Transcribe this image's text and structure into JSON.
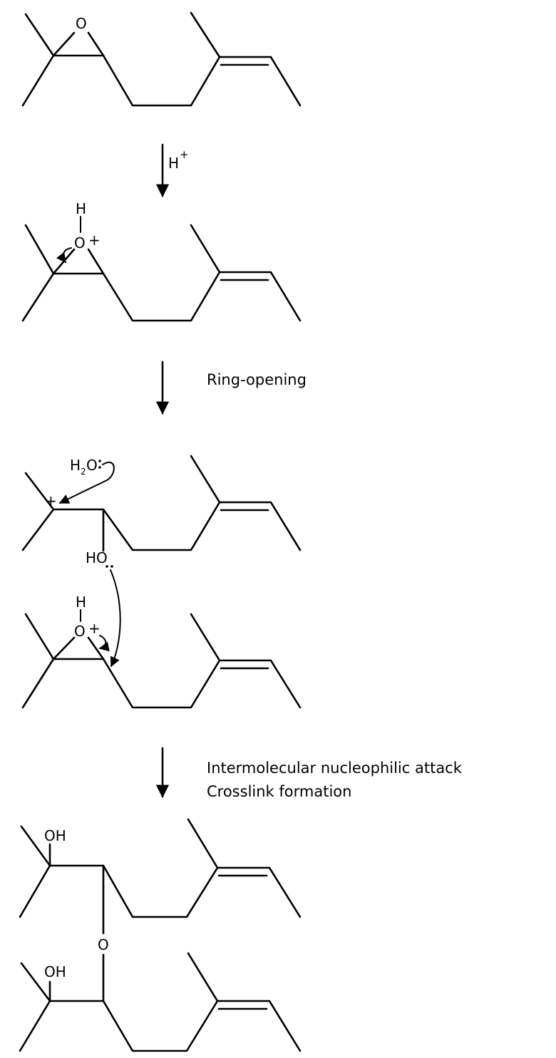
{
  "reagents": {
    "step1": {
      "symbol": "H",
      "charge": "+"
    },
    "step2": {
      "label": "Ring-opening"
    },
    "step3": {
      "line1": "Intermolecular nucleophilic attack",
      "line2": "Crosslink formation"
    }
  },
  "atoms": {
    "epoxide_oxygen": "O",
    "hydrogen": "H",
    "oxonium_oxygen": "O",
    "plus": "+",
    "water_H": "H",
    "water_sub": "2",
    "water_O": "O",
    "hydroxyl_HO": "HO",
    "hydroxyl_OH": "OH",
    "ether_oxygen": "O"
  }
}
